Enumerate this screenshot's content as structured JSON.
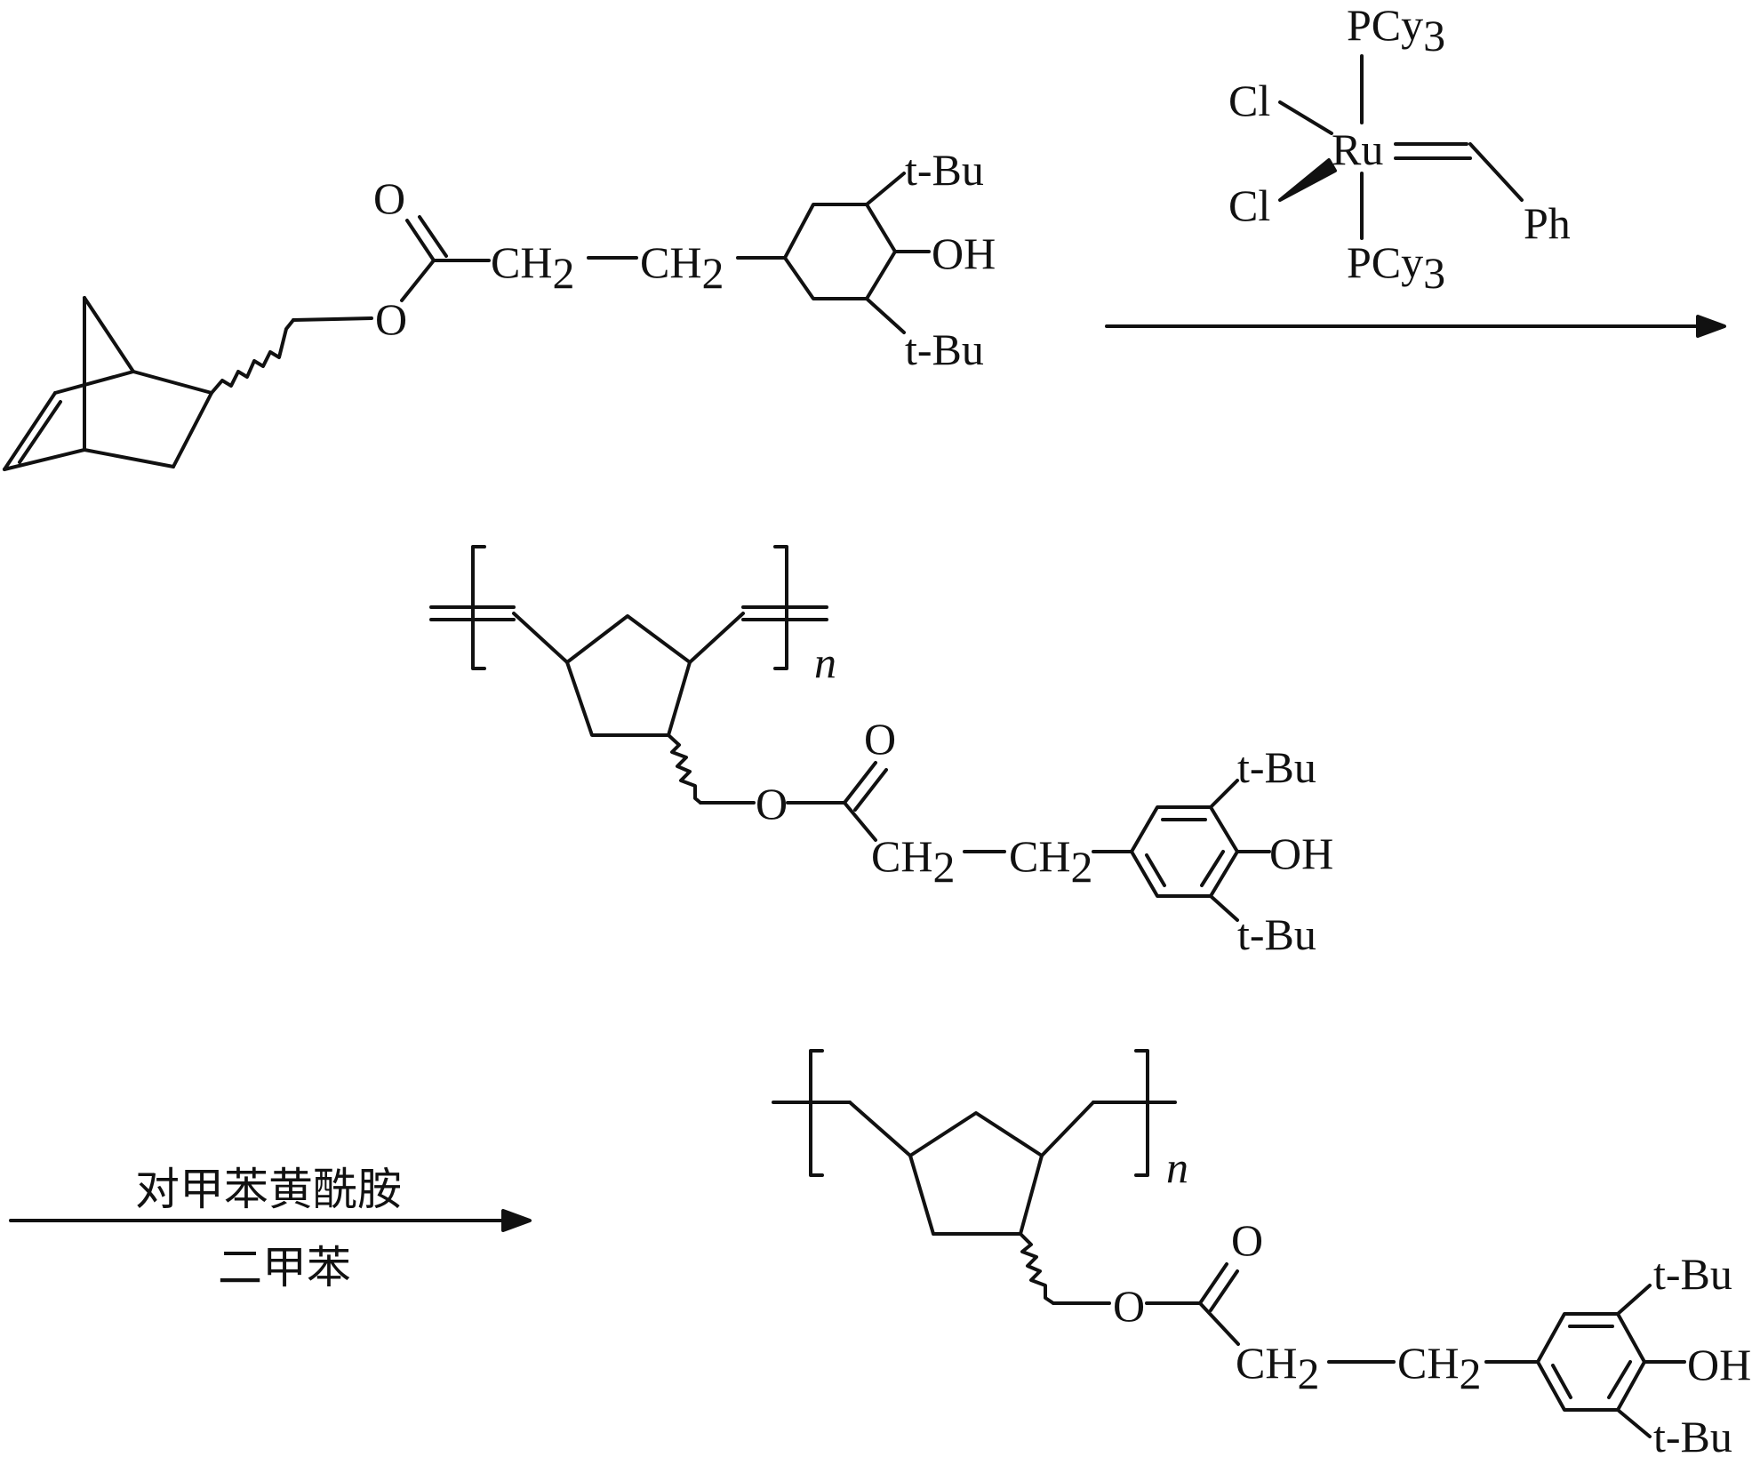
{
  "monomer": {
    "carbonyl_o": "O",
    "ester_o": "O",
    "ch": "CH",
    "sub2": "2",
    "tbu": "t-Bu",
    "oh": "OH"
  },
  "catalyst": {
    "pcy": "PCy",
    "sub3": "3",
    "cl": "Cl",
    "ru": "Ru",
    "ph": "Ph"
  },
  "polymer1": {
    "n": "n",
    "carbonyl_o": "O",
    "ester_o": "O",
    "ch": "CH",
    "sub2": "2",
    "tbu": "t-Bu",
    "oh": "OH"
  },
  "step2": {
    "reagent": "对甲苯黄酰胺",
    "solvent": "二甲苯"
  },
  "polymer2": {
    "n": "n",
    "carbonyl_o": "O",
    "ester_o": "O",
    "ch": "CH",
    "sub2": "2",
    "tbu": "t-Bu",
    "oh": "OH"
  }
}
